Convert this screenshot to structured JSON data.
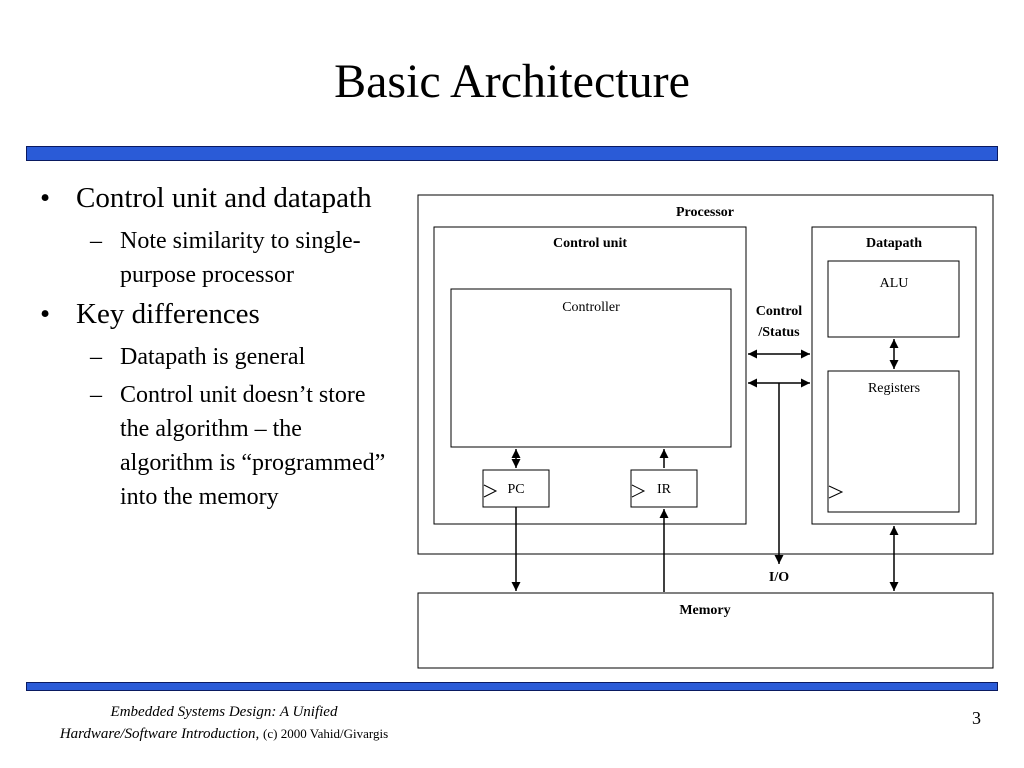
{
  "slide": {
    "title": "Basic Architecture",
    "page_number": "3"
  },
  "bullets": [
    {
      "text": "Control unit and datapath",
      "sub": [
        "Note similarity to single-purpose processor"
      ]
    },
    {
      "text": "Key differences",
      "sub": [
        "Datapath is general",
        "Control unit doesn’t store the algorithm – the algorithm is “programmed” into the memory"
      ]
    }
  ],
  "diagram": {
    "processor": "Processor",
    "control_unit": "Control unit",
    "controller": "Controller",
    "pc": "PC",
    "ir": "IR",
    "datapath": "Datapath",
    "alu": "ALU",
    "registers": "Registers",
    "control_status_1": "Control",
    "control_status_2": "/Status",
    "io": "I/O",
    "memory": "Memory"
  },
  "footer": {
    "line1": "Embedded Systems Design: A Unified",
    "line2": "Hardware/Software Introduction,",
    "copyright": "(c) 2000 Vahid/Givargis"
  },
  "colors": {
    "rule_blue": "#2a5bd7"
  }
}
